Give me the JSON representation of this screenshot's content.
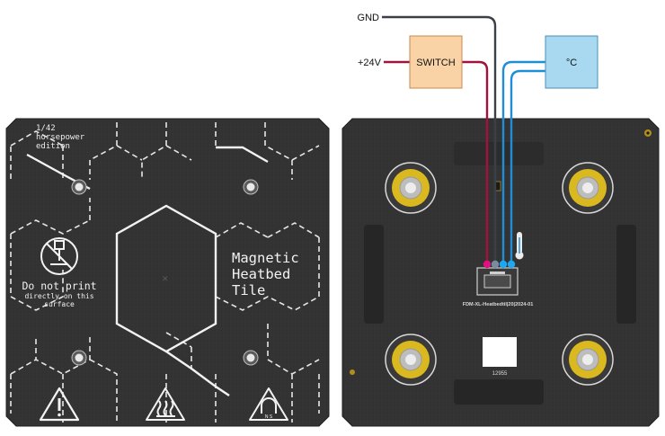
{
  "wiring": {
    "gnd_label": "GND",
    "v24_label": "+24V",
    "switch_label": "SWITCH",
    "temp_label": "°C",
    "colors": {
      "gnd": "#3a4048",
      "power": "#a3123f",
      "thermistor": "#1e8fd6",
      "switch_fill": "#f9d3a6",
      "switch_stroke": "#c8894a",
      "temp_fill": "#a9d9f1",
      "temp_stroke": "#4a8fb6"
    }
  },
  "left_tile": {
    "edition_line1": "1/42",
    "edition_line2": "horsepower",
    "edition_line3": "edition",
    "title_line1": "Magnetic",
    "title_line2": "Heatbed",
    "title_line3": "Tile",
    "warning_line1": "Do not print",
    "warning_line2": "directly on this",
    "warning_line3": "surface",
    "icons": [
      "no-print-icon",
      "warning-icon",
      "hot-surface-icon",
      "magnet-icon"
    ]
  },
  "right_tile": {
    "pcb_label": "FDM-XL-Heatbedtil|20|2024-01",
    "serial": "12955",
    "colors": {
      "pad_yellow": "#d9b91f",
      "board": "#2f2f2f"
    }
  }
}
